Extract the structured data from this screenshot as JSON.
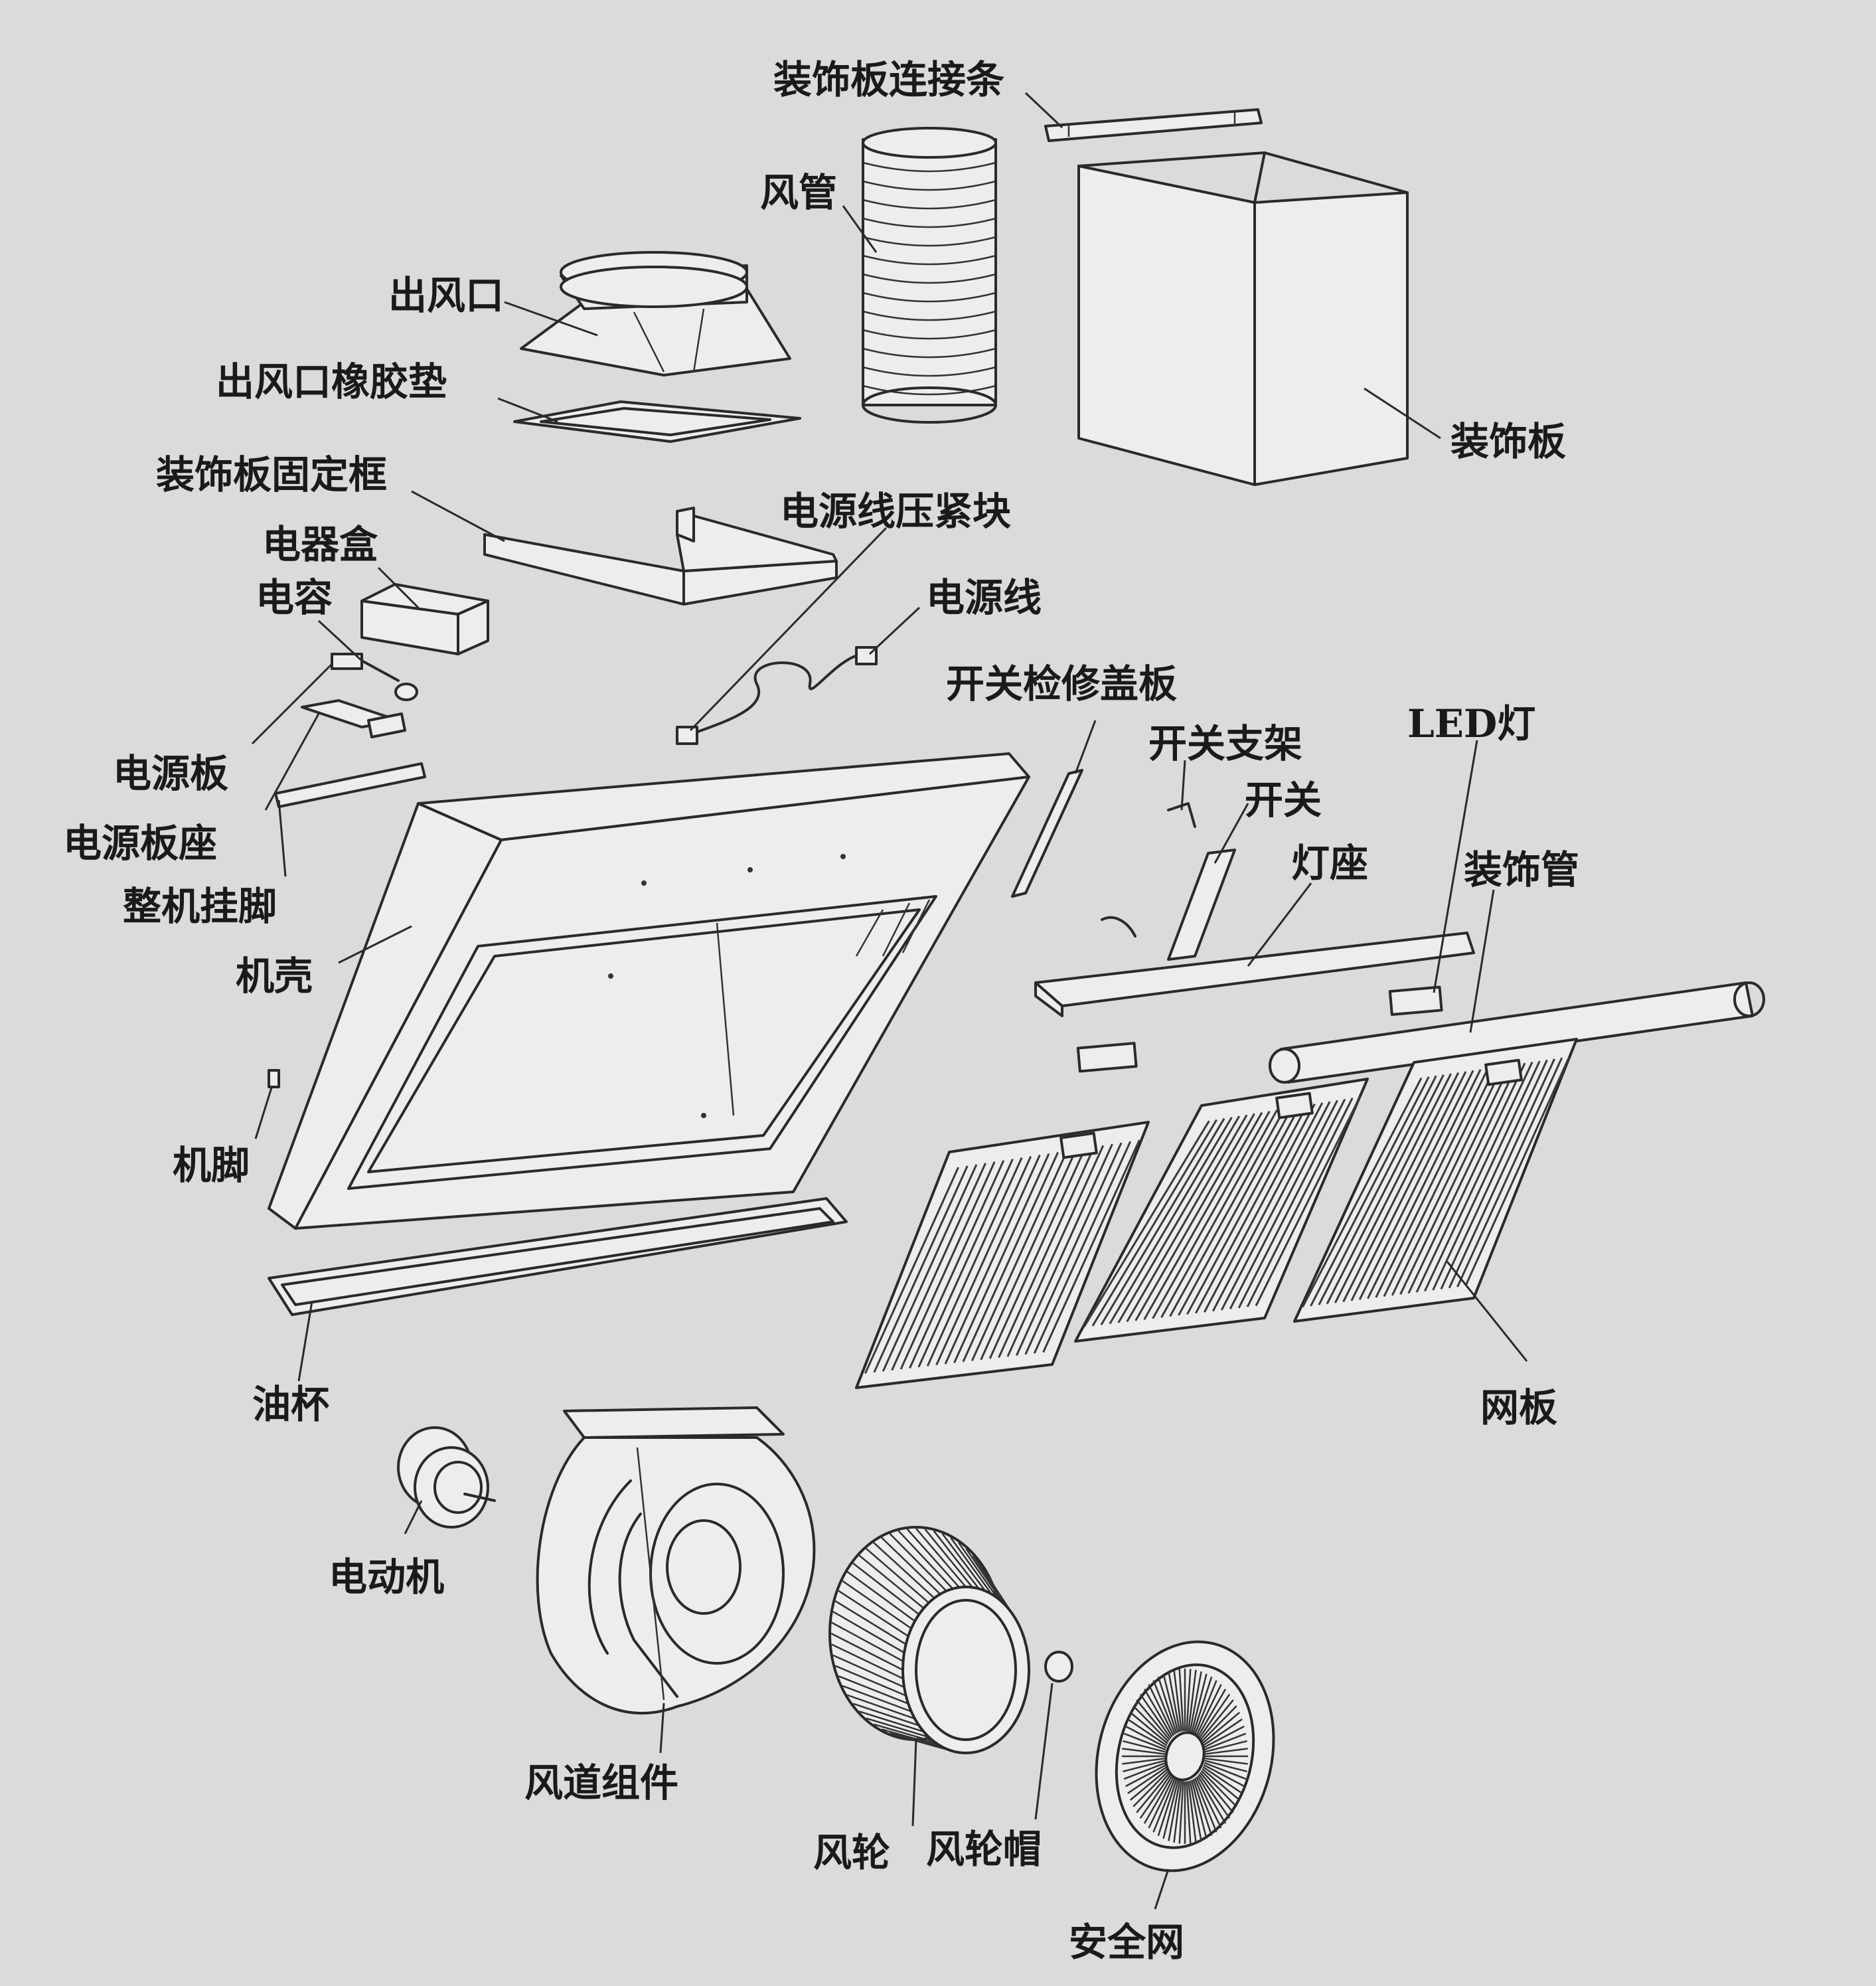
{
  "parts": [
    {
      "id": "decor-strip",
      "label": "装饰板连接条"
    },
    {
      "id": "duct",
      "label": "风管"
    },
    {
      "id": "outlet",
      "label": "出风口"
    },
    {
      "id": "outlet-gasket",
      "label": "出风口橡胶垫"
    },
    {
      "id": "decor-frame",
      "label": "装饰板固定框"
    },
    {
      "id": "decor-panel",
      "label": "装饰板"
    },
    {
      "id": "cord-clamp",
      "label": "电源线压紧块"
    },
    {
      "id": "elec-box",
      "label": "电器盒"
    },
    {
      "id": "capacitor",
      "label": "电容"
    },
    {
      "id": "power-cord",
      "label": "电源线"
    },
    {
      "id": "switch-cover",
      "label": "开关检修盖板"
    },
    {
      "id": "switch-bracket",
      "label": "开关支架"
    },
    {
      "id": "led-light",
      "label": "LED灯"
    },
    {
      "id": "switch",
      "label": "开关"
    },
    {
      "id": "power-board",
      "label": "电源板"
    },
    {
      "id": "power-board-seat",
      "label": "电源板座"
    },
    {
      "id": "lamp-base",
      "label": "灯座"
    },
    {
      "id": "decor-tube",
      "label": "装饰管"
    },
    {
      "id": "hanger",
      "label": "整机挂脚"
    },
    {
      "id": "housing",
      "label": "机壳"
    },
    {
      "id": "foot",
      "label": "机脚"
    },
    {
      "id": "oil-cup",
      "label": "油杯"
    },
    {
      "id": "filter",
      "label": "网板"
    },
    {
      "id": "motor",
      "label": "电动机"
    },
    {
      "id": "duct-assembly",
      "label": "风道组件"
    },
    {
      "id": "impeller",
      "label": "风轮"
    },
    {
      "id": "impeller-cap",
      "label": "风轮帽"
    },
    {
      "id": "safety-net",
      "label": "安全网"
    }
  ]
}
